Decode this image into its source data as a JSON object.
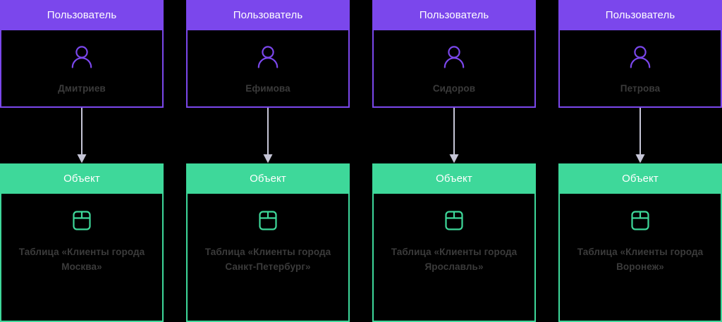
{
  "diagram": {
    "type": "entity-permission-map",
    "background_color": "#000000",
    "columns": [
      {
        "user": {
          "header_label": "Пользователь",
          "name": "Дмитриев",
          "icon": "user-icon",
          "accent_color": "#7B47EC"
        },
        "connector": {
          "icon": "down-arrow-icon",
          "color": "#C5C5D6"
        },
        "object": {
          "header_label": "Объект",
          "caption": "Таблица «Клиенты города Москва»",
          "icon": "table-icon",
          "accent_color": "#3ED89A"
        }
      },
      {
        "user": {
          "header_label": "Пользователь",
          "name": "Ефимова",
          "icon": "user-icon",
          "accent_color": "#7B47EC"
        },
        "connector": {
          "icon": "down-arrow-icon",
          "color": "#C5C5D6"
        },
        "object": {
          "header_label": "Объект",
          "caption": "Таблица «Клиенты города Санкт-Петербург»",
          "icon": "table-icon",
          "accent_color": "#3ED89A"
        }
      },
      {
        "user": {
          "header_label": "Пользователь",
          "name": "Сидоров",
          "icon": "user-icon",
          "accent_color": "#7B47EC"
        },
        "connector": {
          "icon": "down-arrow-icon",
          "color": "#C5C5D6"
        },
        "object": {
          "header_label": "Объект",
          "caption": "Таблица «Клиенты города Ярославль»",
          "icon": "table-icon",
          "accent_color": "#3ED89A"
        }
      },
      {
        "user": {
          "header_label": "Пользователь",
          "name": "Петрова",
          "icon": "user-icon",
          "accent_color": "#7B47EC"
        },
        "connector": {
          "icon": "down-arrow-icon",
          "color": "#C5C5D6"
        },
        "object": {
          "header_label": "Объект",
          "caption": "Таблица «Клиенты города Воронеж»",
          "icon": "table-icon",
          "accent_color": "#3ED89A"
        }
      }
    ]
  }
}
